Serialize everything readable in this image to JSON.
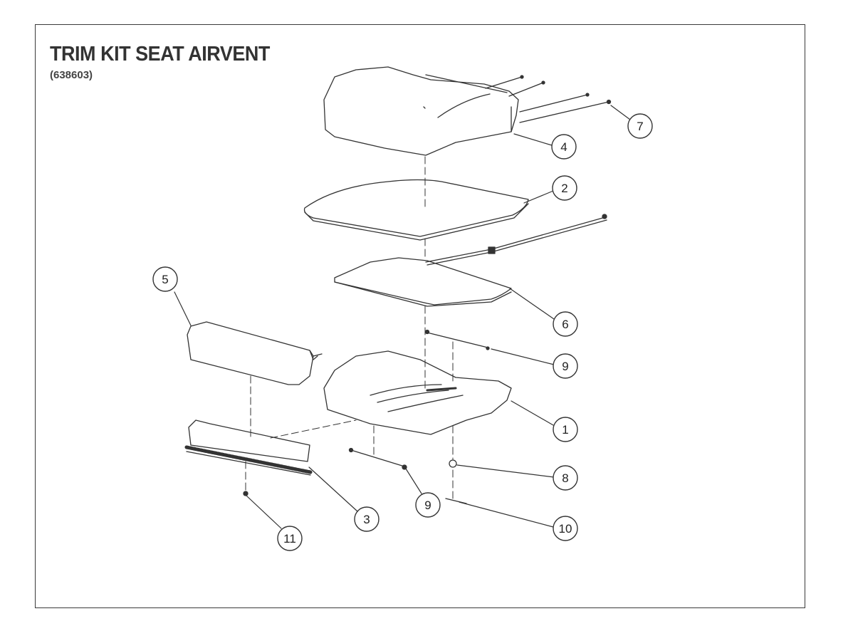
{
  "title": "TRIM KIT SEAT AIRVENT",
  "part_number": "(638603)",
  "callouts": [
    {
      "id": "c1",
      "label": "1"
    },
    {
      "id": "c2",
      "label": "2"
    },
    {
      "id": "c3",
      "label": "3"
    },
    {
      "id": "c4",
      "label": "4"
    },
    {
      "id": "c5",
      "label": "5"
    },
    {
      "id": "c6",
      "label": "6"
    },
    {
      "id": "c7",
      "label": "7"
    },
    {
      "id": "c8",
      "label": "8"
    },
    {
      "id": "c9a",
      "label": "9"
    },
    {
      "id": "c9b",
      "label": "9"
    },
    {
      "id": "c10",
      "label": "10"
    },
    {
      "id": "c11",
      "label": "11"
    }
  ],
  "colors": {
    "line": "#333333",
    "fill": "#ffffff"
  }
}
